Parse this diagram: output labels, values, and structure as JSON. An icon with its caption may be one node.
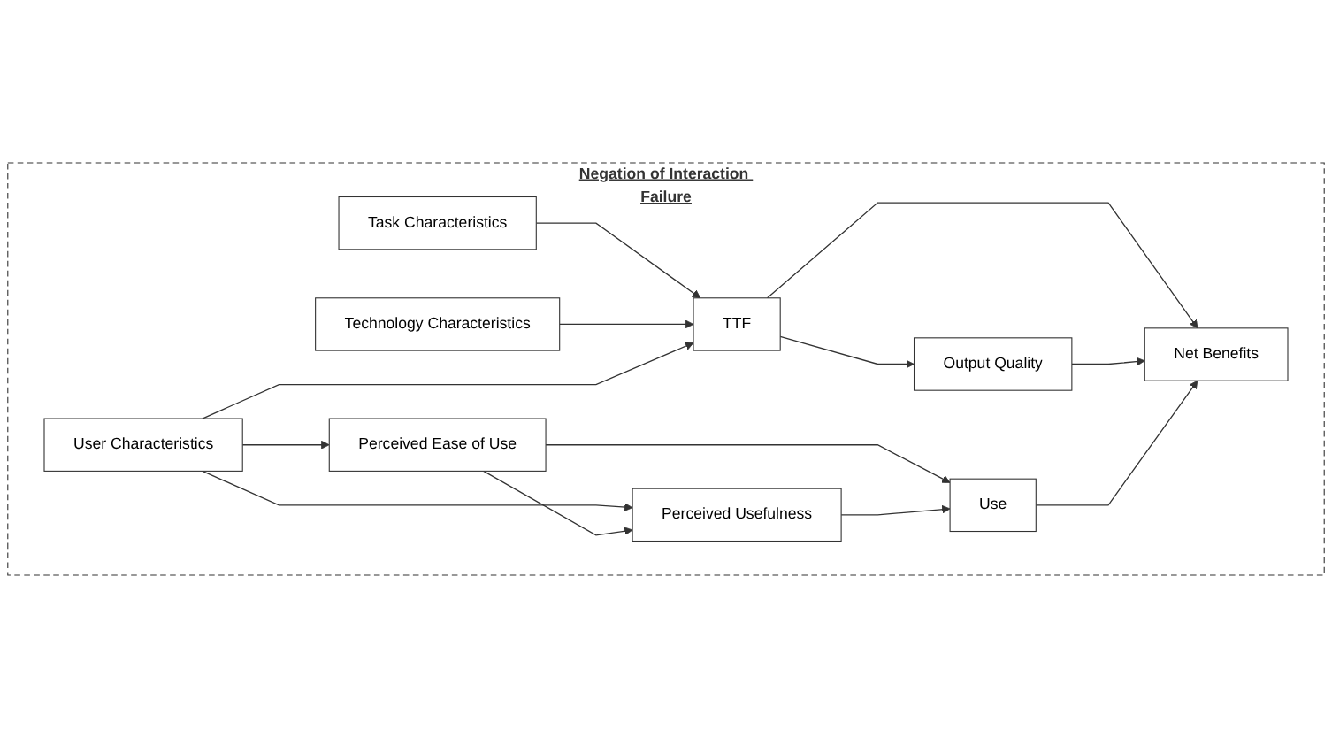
{
  "diagram": {
    "nodes": [
      {
        "text": [
          "Negation of Interaction Failure"
        ]
      },
      {
        "text": [
          "Task Characteristics"
        ],
        "in": 0
      },
      {
        "text": [
          "Technology Characteristics"
        ],
        "in": 0
      },
      {
        "text": [
          "User Characteristics"
        ],
        "in": 0
      },
      {
        "text": [
          "Output Quality"
        ],
        "in": 0
      },
      {
        "text": [
          "TTF"
        ],
        "in": 0
      },
      {
        "text": [
          "Net Benefits"
        ],
        "in": 0
      },
      {
        "text": [
          "Perceived Ease of Use"
        ],
        "in": 0
      },
      {
        "text": [
          "Perceived Usefulness"
        ],
        "in": 0
      },
      {
        "text": [
          "Use"
        ],
        "in": 0
      }
    ],
    "edges": [
      {
        "from": 1,
        "to": 5,
        "arrow": "to"
      },
      {
        "from": 2,
        "to": 5,
        "arrow": "to"
      },
      {
        "from": 3,
        "to": 5,
        "arrow": "to"
      },
      {
        "from": 5,
        "to": 4,
        "arrow": "to"
      },
      {
        "from": 5,
        "to": 6,
        "arrow": "to"
      },
      {
        "from": 4,
        "to": 6,
        "arrow": "to"
      },
      {
        "from": 3,
        "to": 7,
        "arrow": "to"
      },
      {
        "from": 3,
        "to": 8,
        "arrow": "to"
      },
      {
        "from": 7,
        "to": 8,
        "arrow": "to"
      },
      {
        "from": 7,
        "to": 9,
        "arrow": "to"
      },
      {
        "from": 8,
        "to": 9,
        "arrow": "to"
      },
      {
        "from": 9,
        "to": 6,
        "arrow": "to"
      }
    ]
  }
}
